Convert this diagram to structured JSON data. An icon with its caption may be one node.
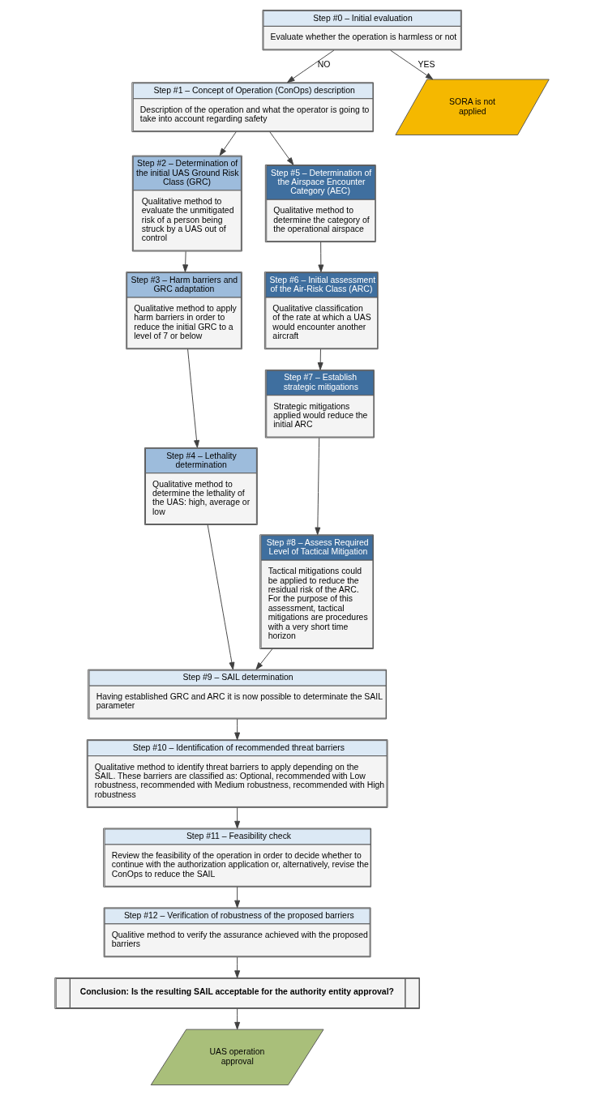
{
  "diagram": {
    "nodes": [
      {
        "text": [
          "Step #0 – Initial evaluation",
          "Evaluate whether the operation is harmless or not"
        ]
      },
      {
        "text": [
          "Step #1 – Concept of Operation (ConOps) description",
          "Description of the operation and what the operator is going to take into account regarding safety"
        ]
      },
      {
        "text": [
          "Step #2 – Determination of the initial UAS Ground Risk Class (GRC)",
          "Qualitative method to evaluate the unmitigated risk of a person being struck by a UAS out of control"
        ]
      },
      {
        "text": [
          "Step #3 – Harm barriers and GRC adaptation",
          "Qualitative method to apply harm barriers in order to reduce the initial GRC to a level of 7 or below"
        ]
      },
      {
        "text": [
          "Step #4 – Lethality determination",
          "Qualitative method to determine the lethality of the UAS: high, average or low"
        ]
      },
      {
        "text": [
          "Step #5 – Determination of the Airspace Encounter Category (AEC)",
          "Qualitative method to determine the category of the operational airspace"
        ]
      },
      {
        "text": [
          "Step #6 – Initial assessment of the Air-Risk Class (ARC)",
          "Qualitative classification of the rate at which a UAS would encounter another aircraft"
        ]
      },
      {
        "text": [
          "Step #7 – Establish strategic mitigations",
          "Strategic mitigations applied would reduce the initial ARC"
        ]
      },
      {
        "text": [
          "Step #8 – Assess Required Level of Tactical Mitigation",
          "Tactical mitigations could be applied to reduce the residual risk of the ARC. For the purpose of this assessment, tactical mitigations are procedures with a very short time horizon"
        ]
      },
      {
        "text": [
          "Step #9 – SAIL determination",
          "Having established GRC and ARC it is now possible to determinate the SAIL parameter"
        ]
      },
      {
        "text": [
          "Step #10 – Identification of recommended threat barriers",
          "Qualitative method to identify threat barriers to apply depending on the SAIL. These barriers are classified as: Optional, recommended with Low robustness, recommended with Medium robustness, recommended with High robustness"
        ]
      },
      {
        "text": [
          "Step #11 – Feasibility check",
          "Review the feasibility of the operation in order to decide whether to continue with the authorization application or, alternatively, revise the ConOps to reduce the SAIL"
        ]
      },
      {
        "text": [
          "Step #12 – Verification of robustness of the proposed barriers",
          "Qualitive method to verify the assurance achieved with the proposed barriers"
        ]
      },
      {
        "text": [
          "Conclusion: Is the resulting SAIL acceptable for the authority entity approval?"
        ]
      },
      {
        "text": [
          "SORA is not applied"
        ]
      },
      {
        "text": [
          "UAS operation approval"
        ]
      }
    ],
    "edges": [
      {
        "from": 0,
        "to": 1,
        "arrow": "to",
        "label": "NO"
      },
      {
        "from": 0,
        "to": 14,
        "arrow": "to",
        "label": "YES"
      },
      {
        "from": 1,
        "to": 2,
        "arrow": "to"
      },
      {
        "from": 1,
        "to": 5,
        "arrow": "to"
      },
      {
        "from": 2,
        "to": 3,
        "arrow": "to"
      },
      {
        "from": 3,
        "to": 4,
        "arrow": "to"
      },
      {
        "from": 4,
        "to": 9,
        "arrow": "to"
      },
      {
        "from": 5,
        "to": 6,
        "arrow": "to"
      },
      {
        "from": 6,
        "to": 7,
        "arrow": "to"
      },
      {
        "from": 7,
        "to": 8,
        "arrow": "to"
      },
      {
        "from": 8,
        "to": 9,
        "arrow": "to"
      },
      {
        "from": 9,
        "to": 10,
        "arrow": "to"
      },
      {
        "from": 10,
        "to": 11,
        "arrow": "to"
      },
      {
        "from": 11,
        "to": 12,
        "arrow": "to"
      },
      {
        "from": 12,
        "to": 13,
        "arrow": "to"
      },
      {
        "from": 13,
        "to": 15,
        "arrow": "to"
      }
    ]
  }
}
